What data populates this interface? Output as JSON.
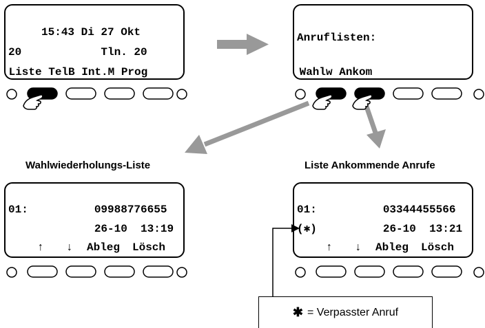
{
  "screens": {
    "home": {
      "lines": [
        "     15:43 Di 27 Okt",
        "20            Tln. 20",
        " Liste TelB Int.M Prog"
      ]
    },
    "lists_menu": {
      "lines": [
        "Anruflisten:",
        "",
        " Wahlw Ankom"
      ]
    },
    "redial": {
      "heading": "Wahlwiederholungs-Liste",
      "lines": [
        "01:          09988776655",
        "             26-10  13:19"
      ],
      "softkeys": [
        "↑",
        "↓",
        "Ableg",
        "Lösch"
      ]
    },
    "incoming": {
      "heading": "Liste Ankommende Anrufe",
      "lines": [
        "01:          03344455566",
        "(✱)          26-10  13:21"
      ],
      "softkeys": [
        "↑",
        "↓",
        "Ableg",
        "Lösch"
      ]
    }
  },
  "legend": {
    "symbol": "✱",
    "text": "= Verpasster Anruf"
  },
  "colors": {
    "arrow": "#999999",
    "outline": "#000000",
    "key_active": "#000000",
    "key_idle": "#ffffff"
  }
}
